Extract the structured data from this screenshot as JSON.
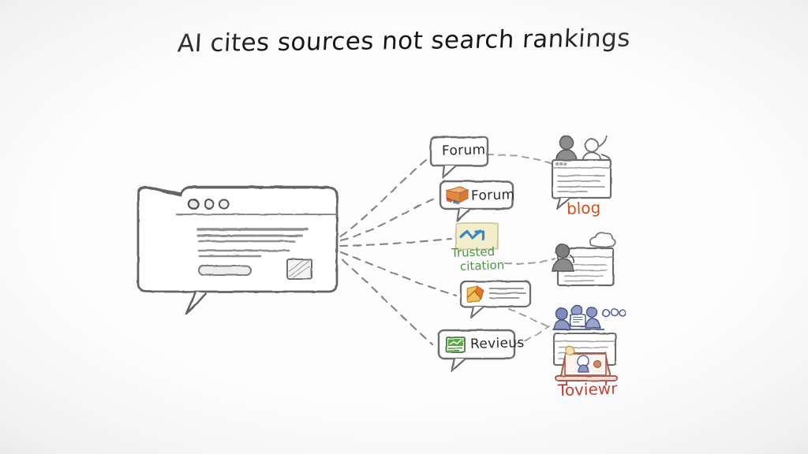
{
  "title": "AI cites sources not search rankings",
  "background_color": "#fdfdfd",
  "ink_color": "#5a5a5a",
  "style": "hand-drawn pencil sketch whiteboard diagram",
  "main_node": {
    "name": "ai-answer-bubble",
    "type": "speech-bubble-browser-window",
    "description": "large sketched browser window drawn as a speech bubble",
    "dots": 3,
    "text_lines": 3,
    "has_button_pill": true,
    "has_thumbnail": true
  },
  "source_nodes": [
    {
      "id": "forum-plain",
      "label": "Forum",
      "label_color": "#2a2a2a",
      "icon": "none",
      "type": "speech-bubble"
    },
    {
      "id": "forum-icon",
      "label": "Forum",
      "label_color": "#2a2a2a",
      "icon": "orange-box-icon",
      "icon_color": "#e2893a",
      "type": "speech-bubble"
    },
    {
      "id": "trusted-citation",
      "label_line1": "Trusted",
      "label_line2": "citation",
      "label_color": "#4a9442",
      "icon": "sticky-note-icon",
      "icon_color": "#f0ebc4",
      "mark_color": "#3a7fc1",
      "type": "sticky-note"
    },
    {
      "id": "article-bubble",
      "label": "",
      "icon": "orange-document-icon",
      "icon_color": "#e8a13c",
      "type": "speech-bubble",
      "text_lines": 3
    },
    {
      "id": "reviews",
      "label": "Revieus",
      "label_color": "#2a2a2a",
      "icon": "green-chart-icon",
      "icon_color": "#4e9b3f",
      "type": "speech-bubble"
    }
  ],
  "destination_nodes": [
    {
      "id": "blog",
      "label": "blog",
      "label_color": "#d1521f",
      "figures": 2,
      "description": "two person figures above a browser window speech bubble"
    },
    {
      "id": "cloud-doc",
      "label": "",
      "label_color": "",
      "figures": 1,
      "description": "person figure with document window and cloud"
    },
    {
      "id": "toviewr",
      "label": "Toviewr",
      "label_color": "#bf3527",
      "figures": 3,
      "figure_color": "#4a5a8a",
      "description": "group of blue figures at a table above a browser window with a red laptop"
    }
  ],
  "connectors": {
    "style": "dashed",
    "color": "#6b6b6b",
    "count": 8
  }
}
